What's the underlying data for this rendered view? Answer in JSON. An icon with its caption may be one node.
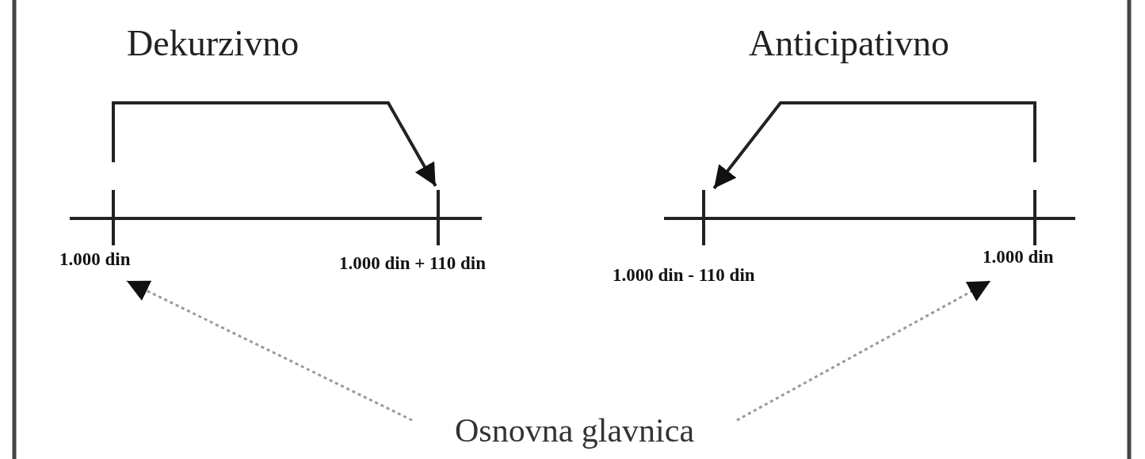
{
  "diagram": {
    "nodes": [
      {
        "text": [
          "1.000 din"
        ]
      },
      {
        "text": [
          "1.000 din + 110 din"
        ]
      },
      {
        "text": [
          "1.000 din - 110 din"
        ]
      },
      {
        "text": [
          "1.000 din"
        ]
      },
      {
        "text": [
          "Osnovna glavnica"
        ]
      }
    ],
    "edges": [
      {
        "from": 0,
        "to": 1,
        "arrow": "to"
      },
      {
        "from": 3,
        "to": 2,
        "arrow": "to"
      },
      {
        "from": 4,
        "to": 0,
        "arrow": "to",
        "style": "dashed",
        "color": "#999999"
      },
      {
        "from": 4,
        "to": 3,
        "arrow": "to",
        "style": "dashed",
        "color": "#999999"
      }
    ],
    "labels": [
      "Dekurzivno",
      "Anticipativno"
    ]
  }
}
